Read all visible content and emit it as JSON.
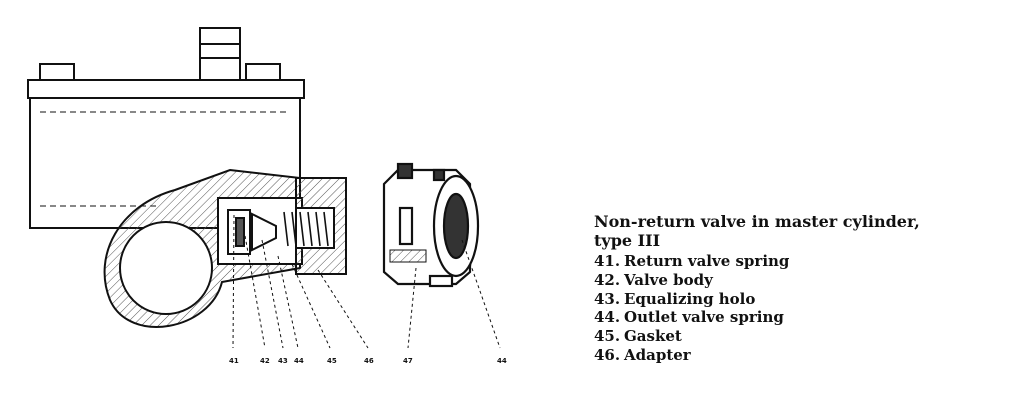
{
  "caption": {
    "title_line1": "Non-return valve in master cylinder,",
    "title_line2": "type III",
    "items": [
      {
        "num": "41.",
        "text": "Return valve spring"
      },
      {
        "num": "42.",
        "text": "Valve body"
      },
      {
        "num": "43.",
        "text": "Equalizing holo"
      },
      {
        "num": "44.",
        "text": "Outlet valve spring"
      },
      {
        "num": "45.",
        "text": "Gasket"
      },
      {
        "num": "46.",
        "text": "Adapter"
      }
    ]
  },
  "callouts": [
    "41",
    "42",
    "43",
    "44",
    "45",
    "46",
    "47",
    "44"
  ],
  "colors": {
    "ink": "#111111",
    "hatch": "#555555",
    "paper": "#ffffff"
  }
}
